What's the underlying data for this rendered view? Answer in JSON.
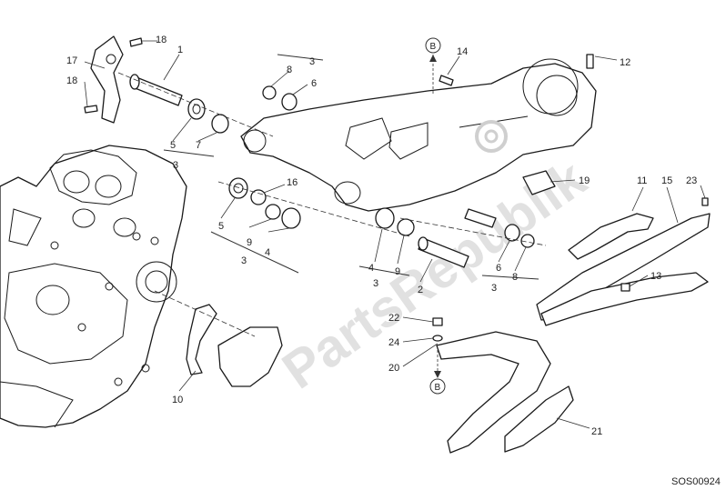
{
  "diagram": {
    "drawing_code": "SOS00924",
    "watermark_text": "PartsRepublik",
    "reference_marker": "B",
    "callouts": {
      "c1": "1",
      "c2": "2",
      "c3a": "3",
      "c3b": "3",
      "c3c": "3",
      "c3d": "3",
      "c3e": "3",
      "c4a": "4",
      "c4b": "4",
      "c5a": "5",
      "c5b": "5",
      "c6a": "6",
      "c6b": "6",
      "c7": "7",
      "c8a": "8",
      "c8b": "8",
      "c9a": "9",
      "c9b": "9",
      "c10": "10",
      "c11": "11",
      "c12": "12",
      "c13": "13",
      "c14": "14",
      "c15": "15",
      "c16": "16",
      "c17": "17",
      "c18a": "18",
      "c18b": "18",
      "c19": "19",
      "c20": "20",
      "c21": "21",
      "c22": "22",
      "c23": "23",
      "c24": "24"
    }
  }
}
